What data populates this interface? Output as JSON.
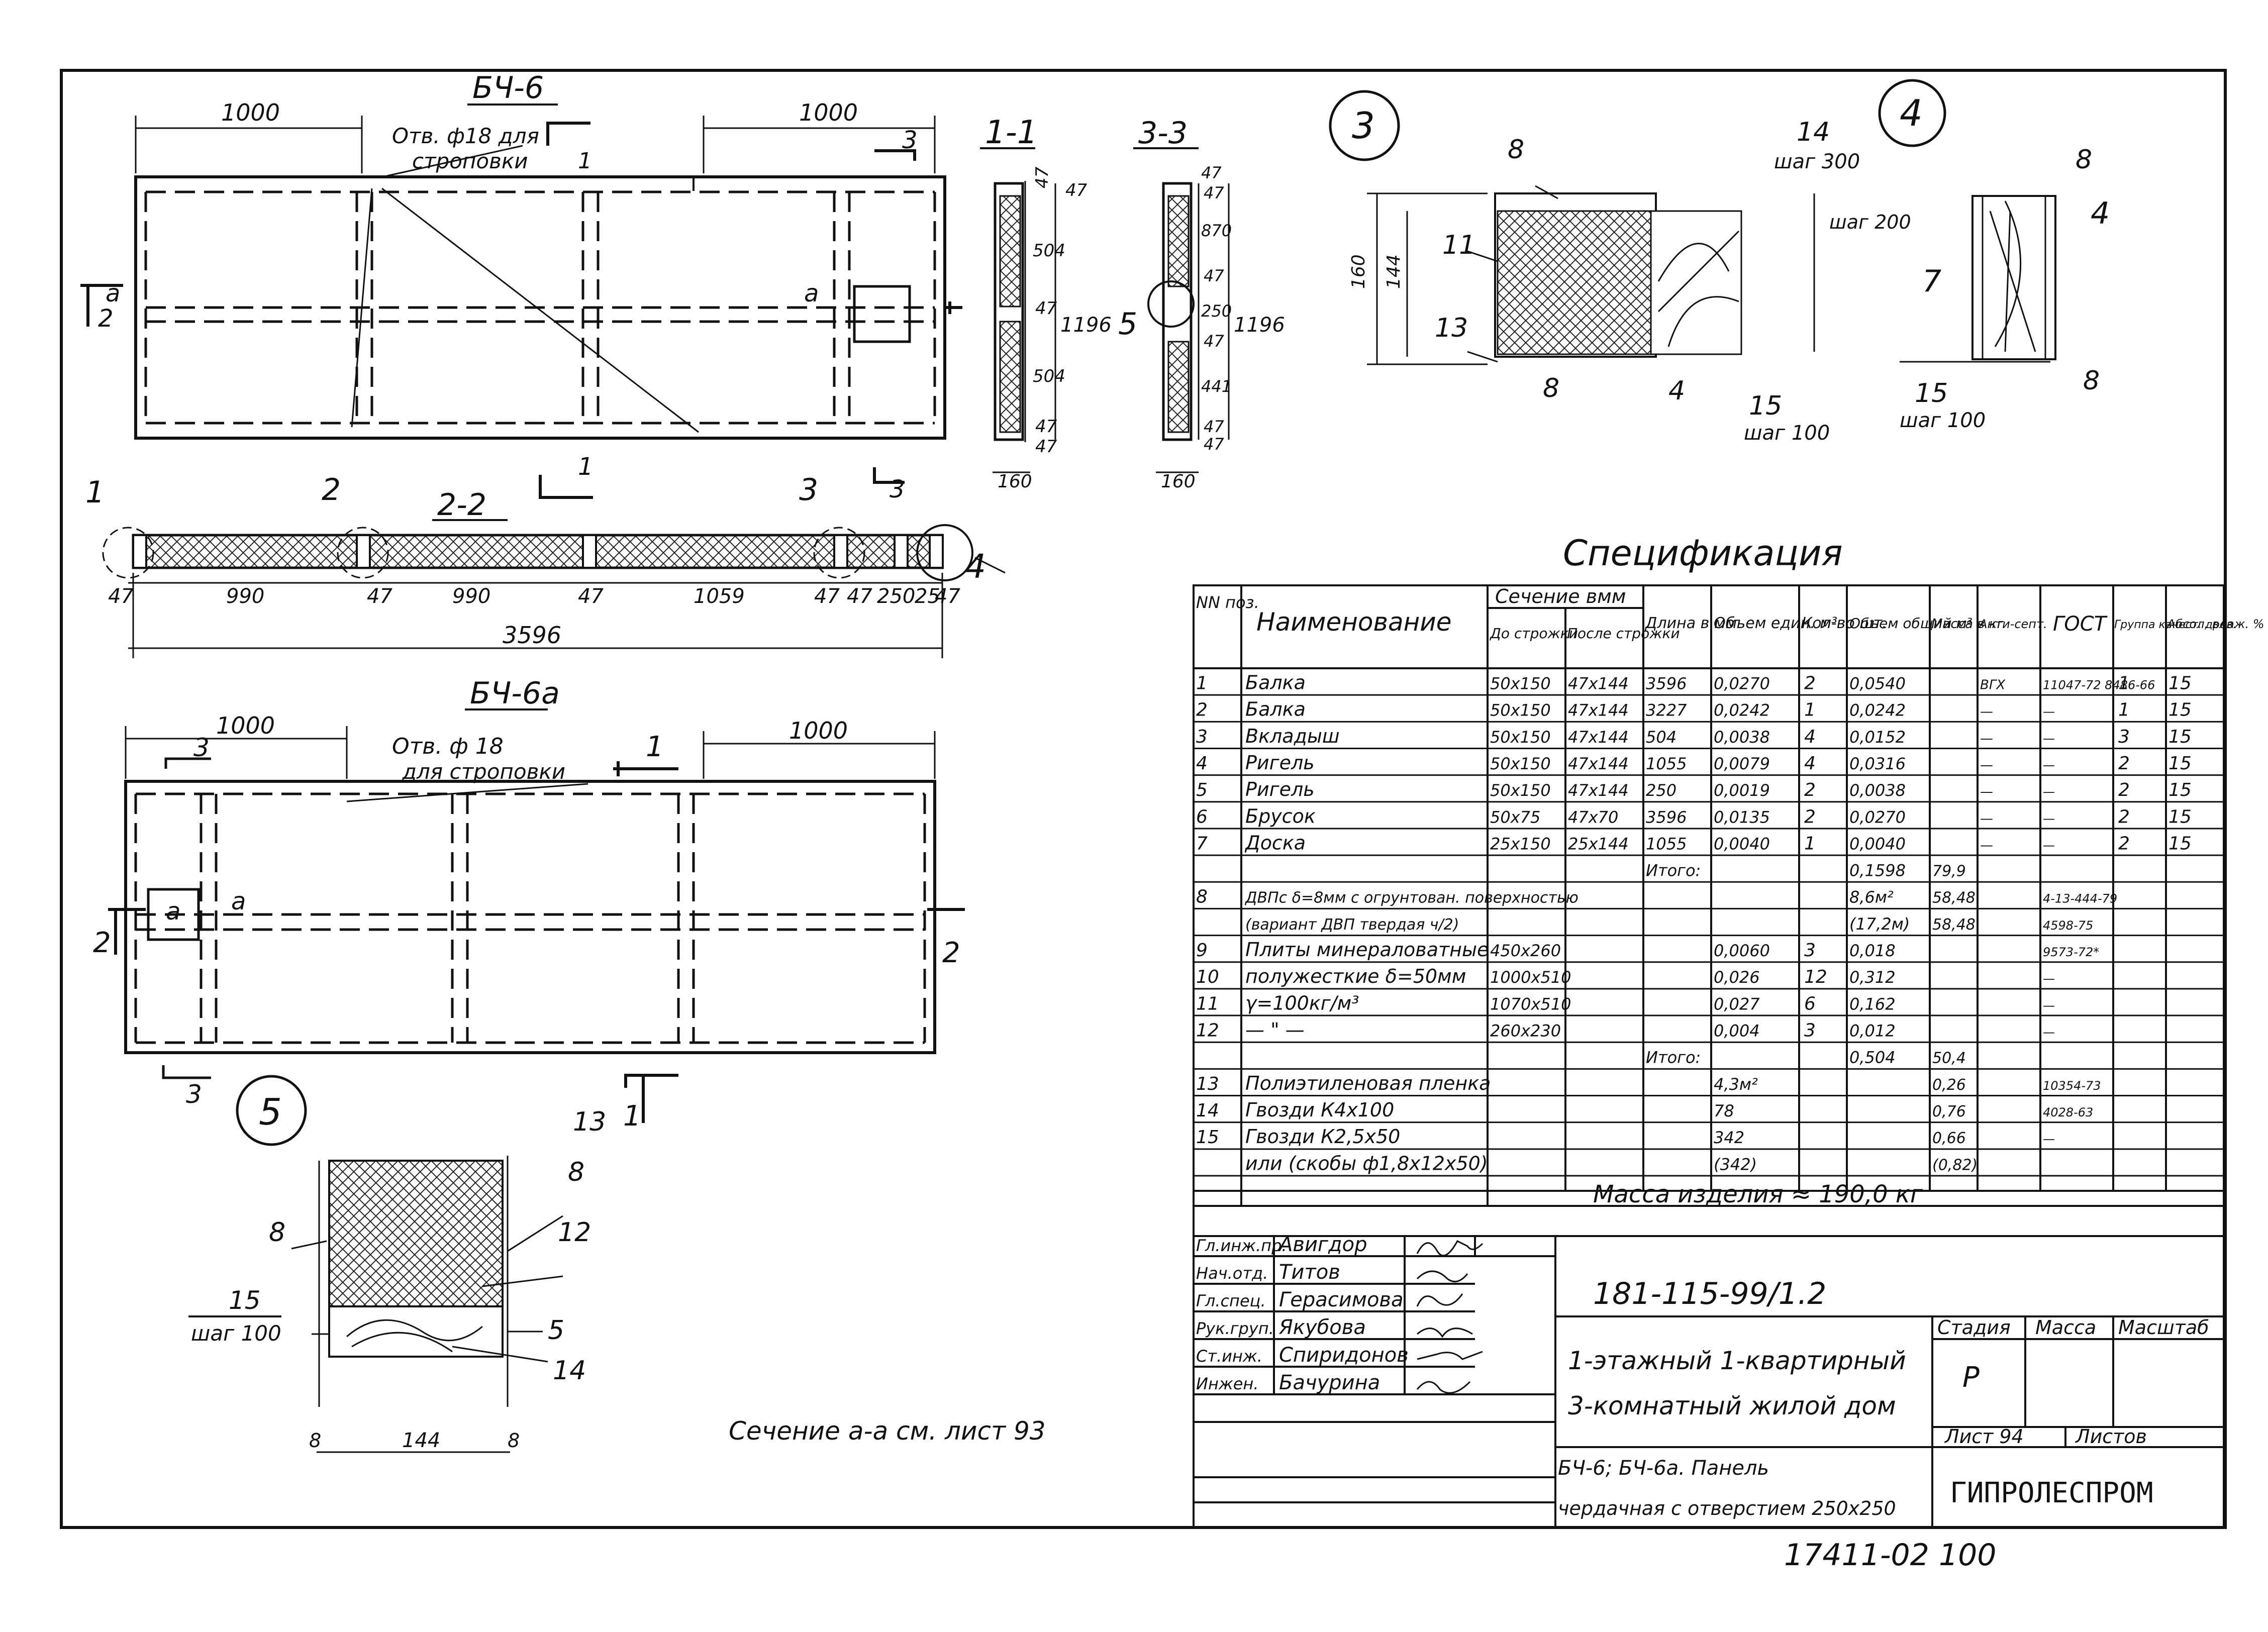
{
  "top_left": {
    "title": "БЧ-6",
    "dim_left": "1000",
    "dim_right": "1000",
    "hole_note_1": "Отв. ф18 для",
    "hole_note_2": "строповки",
    "sec_a": "а",
    "sec_2": "2",
    "sec_1": "1",
    "sec_3": "3"
  },
  "section_2_2": {
    "title": "2-2",
    "callouts": [
      "1",
      "2",
      "3",
      "4"
    ],
    "dims": [
      "47",
      "990",
      "47",
      "990",
      "47",
      "1059",
      "47",
      "47",
      "250",
      "25",
      "47"
    ],
    "total": "3596"
  },
  "section_1_1": {
    "title": "1-1",
    "dims": [
      "47",
      "47",
      "504",
      "47",
      "504",
      "47",
      "47"
    ],
    "total": "1196",
    "width": "160"
  },
  "section_3_3": {
    "title": "3-3",
    "dims": [
      "47",
      "47",
      "870",
      "47",
      "250",
      "47",
      "441",
      "47",
      "47"
    ],
    "total": "1196",
    "width": "160",
    "callout": "5"
  },
  "detail_3": {
    "num": "3",
    "dim_160": "160",
    "dim_144": "144",
    "labels": [
      "8",
      "11",
      "13",
      "8",
      "4",
      "15"
    ],
    "label_14": "14",
    "shag_300": "шаг 300",
    "shag_100": "шаг 100"
  },
  "detail_4": {
    "num": "4",
    "labels": [
      "8",
      "4",
      "7",
      "8",
      "15"
    ],
    "shag_200": "шаг 200",
    "shag_100": "шаг 100"
  },
  "bottom_left": {
    "title": "БЧ-6а",
    "dim_left": "1000",
    "dim_right": "1000",
    "hole_note_1": "Отв. ф 18",
    "hole_note_2": "для строповки",
    "sec_3": "3",
    "sec_1": "1",
    "sec_2": "2",
    "sec_a": "а"
  },
  "detail_5": {
    "num": "5",
    "labels": [
      "13",
      "8",
      "8",
      "12",
      "5",
      "14"
    ],
    "label_15": "15",
    "shag_100": "шаг 100",
    "dims": [
      "8",
      "144",
      "8"
    ]
  },
  "section_note": "Сечение а-а см. лист 93",
  "spec": {
    "title": "Спецификация",
    "headers": {
      "pos": "NN поз.",
      "name": "Наименование",
      "sec": "Сечение вмм",
      "sec_before": "До строжки",
      "sec_after": "После строжки",
      "length": "Длина в мм",
      "vol_unit": "Объем един. м³",
      "qty": "Кол-во шт.",
      "vol_total": "Объем общий м³",
      "mass": "Масса в кг",
      "antisept": "Анти-септ.",
      "gost": "ГОСТ",
      "group": "Группа качест. древ.",
      "moist": "Абсол. влаж. %"
    },
    "rows": [
      [
        "1",
        "Балка",
        "50x150",
        "47x144",
        "3596",
        "0,0270",
        "2",
        "0,0540",
        "",
        "ВГХ",
        "11047-72 8486-66",
        "1",
        "15"
      ],
      [
        "2",
        "Балка",
        "50x150",
        "47x144",
        "3227",
        "0,0242",
        "1",
        "0,0242",
        "",
        "—",
        "—",
        "1",
        "15"
      ],
      [
        "3",
        "Вкладыш",
        "50x150",
        "47x144",
        "504",
        "0,0038",
        "4",
        "0,0152",
        "",
        "—",
        "—",
        "3",
        "15"
      ],
      [
        "4",
        "Ригель",
        "50x150",
        "47x144",
        "1055",
        "0,0079",
        "4",
        "0,0316",
        "",
        "—",
        "—",
        "2",
        "15"
      ],
      [
        "5",
        "Ригель",
        "50x150",
        "47x144",
        "250",
        "0,0019",
        "2",
        "0,0038",
        "",
        "—",
        "—",
        "2",
        "15"
      ],
      [
        "6",
        "Брусок",
        "50x75",
        "47x70",
        "3596",
        "0,0135",
        "2",
        "0,0270",
        "",
        "—",
        "—",
        "2",
        "15"
      ],
      [
        "7",
        "Доска",
        "25x150",
        "25x144",
        "1055",
        "0,0040",
        "1",
        "0,0040",
        "",
        "—",
        "—",
        "2",
        "15"
      ],
      [
        "",
        "",
        "",
        "",
        "Итого:",
        "",
        "",
        "0,1598",
        "79,9",
        "",
        "",
        "",
        ""
      ],
      [
        "8",
        "ДВПс δ=8мм с огрунтован. поверхностью",
        "",
        "",
        "",
        "",
        "",
        "8,6м²",
        "58,48",
        "",
        "4-13-444-79",
        "",
        ""
      ],
      [
        "",
        "(вариант ДВП твердая ч/2)",
        "",
        "",
        "",
        "",
        "",
        "(17,2м)",
        "58,48",
        "",
        "4598-75",
        "",
        ""
      ],
      [
        "9",
        "Плиты минераловатные",
        "450x260",
        "",
        "",
        "0,0060",
        "3",
        "0,018",
        "",
        "",
        "9573-72*",
        "",
        ""
      ],
      [
        "10",
        "полужесткие δ=50мм",
        "1000x510",
        "",
        "",
        "0,026",
        "12",
        "0,312",
        "",
        "",
        "—",
        "",
        ""
      ],
      [
        "11",
        "γ=100кг/м³",
        "1070x510",
        "",
        "",
        "0,027",
        "6",
        "0,162",
        "",
        "",
        "—",
        "",
        ""
      ],
      [
        "12",
        "— \" —",
        "260x230",
        "",
        "",
        "0,004",
        "3",
        "0,012",
        "",
        "",
        "—",
        "",
        ""
      ],
      [
        "",
        "",
        "",
        "",
        "Итого:",
        "",
        "",
        "0,504",
        "50,4",
        "",
        "",
        "",
        ""
      ],
      [
        "13",
        "Полиэтиленовая пленка",
        "",
        "",
        "",
        "4,3м²",
        "",
        "",
        "0,26",
        "",
        "10354-73",
        "",
        ""
      ],
      [
        "14",
        "Гвозди К4x100",
        "",
        "",
        "",
        "78",
        "",
        "",
        "0,76",
        "",
        "4028-63",
        "",
        ""
      ],
      [
        "15",
        "Гвозди К2,5x50",
        "",
        "",
        "",
        "342",
        "",
        "",
        "0,66",
        "",
        "—",
        "",
        ""
      ],
      [
        "",
        "или (скобы ф1,8x12x50)",
        "",
        "",
        "",
        "(342)",
        "",
        "",
        "(0,82)",
        "",
        "",
        "",
        ""
      ]
    ],
    "mass_total": "Масса изделия ≈ 190,0 кг"
  },
  "stamp": {
    "people": [
      [
        "Гл.инж.пр.",
        "Авигдор"
      ],
      [
        "Нач.отд.",
        "Титов"
      ],
      [
        "Гл.спец.",
        "Герасимова"
      ],
      [
        "Рук.груп.",
        "Якубова"
      ],
      [
        "Ст.инж.",
        "Спиридонов"
      ],
      [
        "Инжен.",
        "Бачурина"
      ]
    ],
    "code": "181-115-99/1.2",
    "project_1": "1-этажный 1-квартирный",
    "project_2": "3-комнатный жилой дом",
    "stage_h": "Стадия",
    "mass_h": "Масса",
    "scale_h": "Масштаб",
    "stage": "Р",
    "sheet": "Лист 94",
    "sheets": "Листов",
    "desc_1": "БЧ-6; БЧ-6а. Панель",
    "desc_2": "чердачная с отверстием 250x250",
    "org": "ГИПРОЛЕСПРОМ"
  },
  "archive_no": "17411-02 100"
}
